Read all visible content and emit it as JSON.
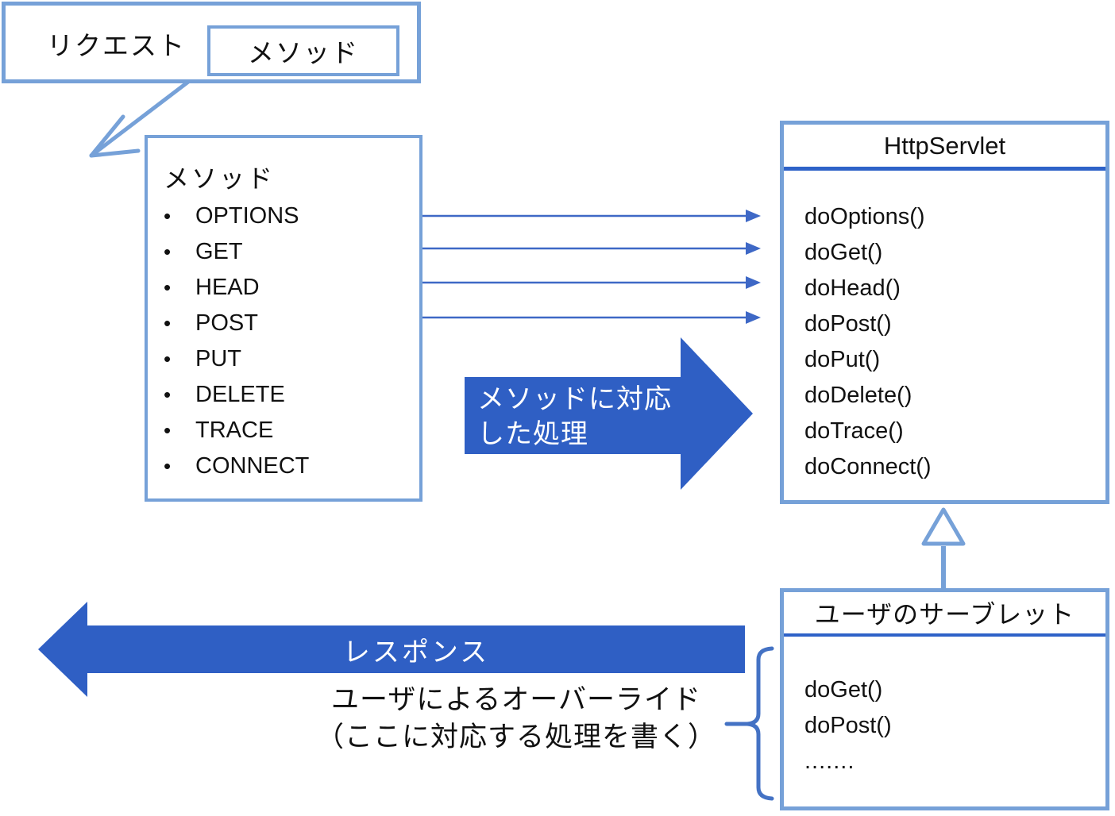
{
  "palette": {
    "box_border_light_blue": "#76A1D8",
    "big_arrow_blue": "#2F5FC4",
    "divider_blue": "#2E62C8",
    "thin_arrow_blue": "#3E68C6",
    "brace_blue": "#4472C4",
    "text_color": "#111111",
    "arrow_text_color": "#ffffff",
    "background": "#ffffff"
  },
  "request_box": {
    "label": "リクエスト",
    "method_label": "メソッド"
  },
  "method_box": {
    "title": "メソッド",
    "items": [
      "OPTIONS",
      "GET",
      "HEAD",
      "POST",
      "PUT",
      "DELETE",
      "TRACE",
      "CONNECT"
    ]
  },
  "process_arrow": {
    "label_line1": "メソッドに対応",
    "label_line2": "した処理"
  },
  "httpservlet_box": {
    "title": "HttpServlet",
    "methods": [
      "doOptions()",
      "doGet()",
      "doHead()",
      "doPost()",
      "doPut()",
      "doDelete()",
      "doTrace()",
      "doConnect()"
    ]
  },
  "user_servlet_box": {
    "title": "ユーザのサーブレット",
    "methods": [
      "doGet()",
      "doPost()"
    ],
    "ellipsis": "......."
  },
  "response_arrow": {
    "label": "レスポンス"
  },
  "override_note": {
    "line1": "ユーザによるオーバーライド",
    "line2": "（ここに対応する処理を書く）"
  }
}
